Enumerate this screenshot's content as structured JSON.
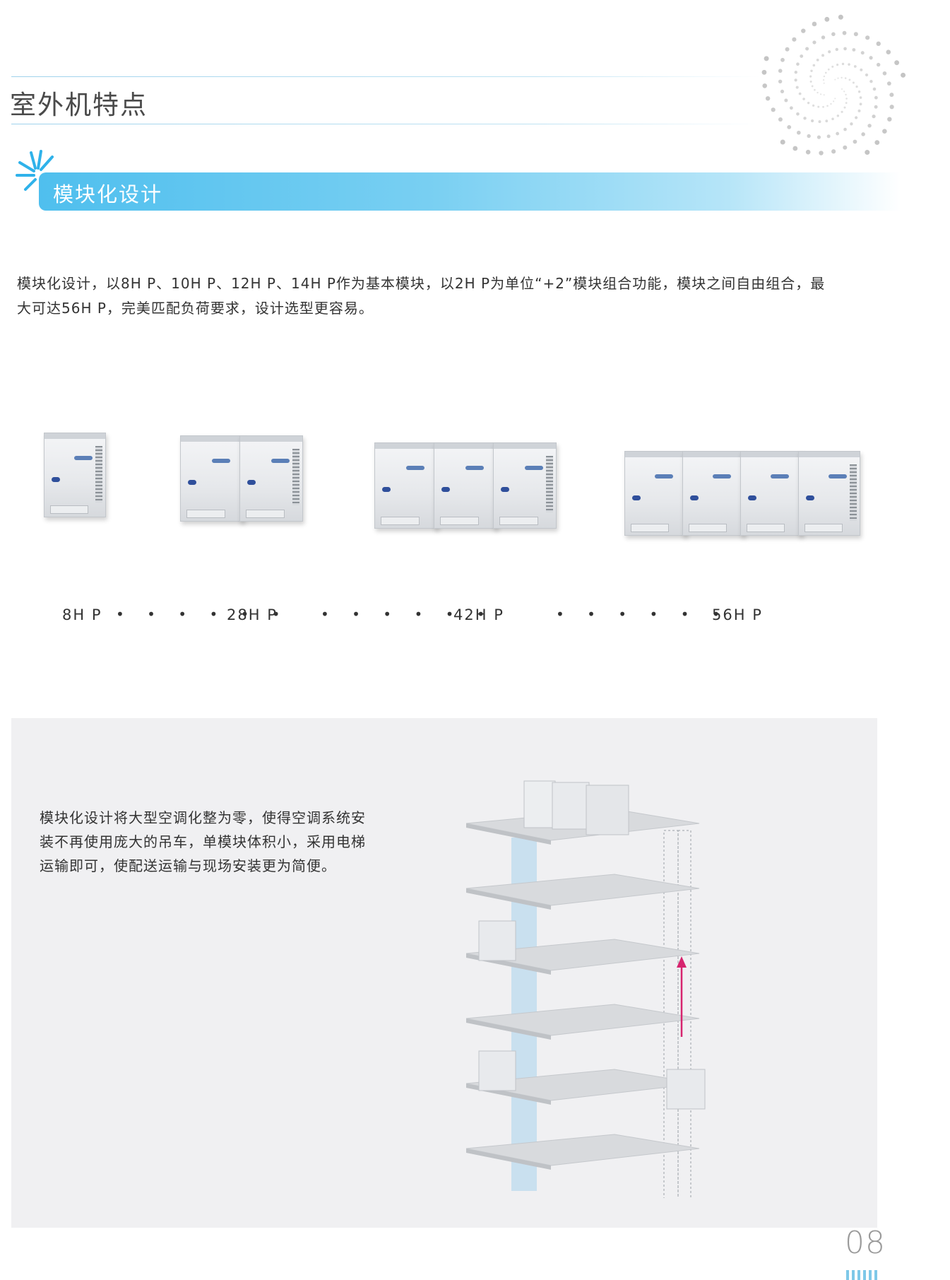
{
  "header": {
    "title": "室外机特点"
  },
  "section": {
    "title": "模块化设计"
  },
  "intro": {
    "line1": "模块化设计，以8H P、10H P、12H P、14H P作为基本模块，以2H P为单位“+2”模块组合功能，模块之间自由组合，最",
    "line2": "大可达56H P，完美匹配负荷要求，设计选型更容易。"
  },
  "capacity_row": {
    "labels": [
      "8H P",
      "28H P",
      "42H P",
      "56H P"
    ],
    "separator": "• • • • • •",
    "units_per_group": [
      1,
      2,
      3,
      4
    ]
  },
  "panel": {
    "text_line1": "模块化设计将大型空调化整为零，使得空调系统安",
    "text_line2": "装不再使用庞大的吊车，单模块体积小，采用电梯",
    "text_line3": "运输即可，使配送运输与现场安装更为简便。"
  },
  "page": {
    "number": "08"
  },
  "colors": {
    "accent": "#4fbfee",
    "arrow": "#d6246e",
    "panel_bg": "#f0f0f2"
  }
}
